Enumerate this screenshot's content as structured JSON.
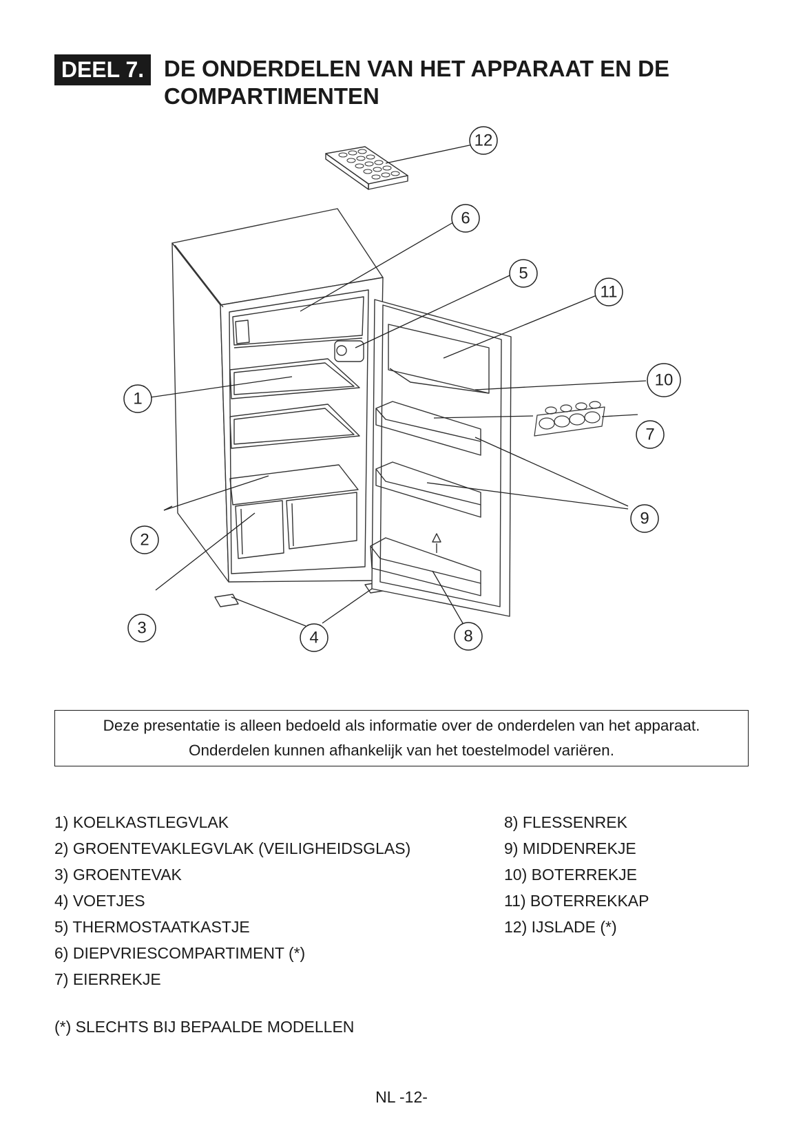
{
  "header": {
    "badge": "DEEL 7.",
    "title": "DE ONDERDELEN VAN HET APPARAAT EN DE COMPARTIMENTEN"
  },
  "diagram": {
    "callouts": [
      "1",
      "2",
      "3",
      "4",
      "5",
      "6",
      "7",
      "8",
      "9",
      "10",
      "11",
      "12"
    ]
  },
  "notice": {
    "line1": "Deze presentatie is alleen bedoeld als informatie over de onderdelen van het apparaat.",
    "line2": "Onderdelen kunnen afhankelijk van het toestelmodel variëren."
  },
  "parts_left": [
    "1) KOELKASTLEGVLAK",
    "2) GROENTEVAKLEGVLAK (VEILIGHEIDSGLAS)",
    "3) GROENTEVAK",
    "4) VOETJES",
    "5) THERMOSTAATKASTJE",
    "6) DIEPVRIESCOMPARTIMENT (*)",
    "7) EIERREKJE"
  ],
  "parts_right": [
    "8) FLESSENREK",
    "9) MIDDENREKJE",
    "10) BOTERREKJE",
    "11) BOTERREKKAP",
    "12) IJSLADE  (*)"
  ],
  "footnote": "(*) SLECHTS BIJ BEPAALDE MODELLEN",
  "page_number": "NL -12-"
}
